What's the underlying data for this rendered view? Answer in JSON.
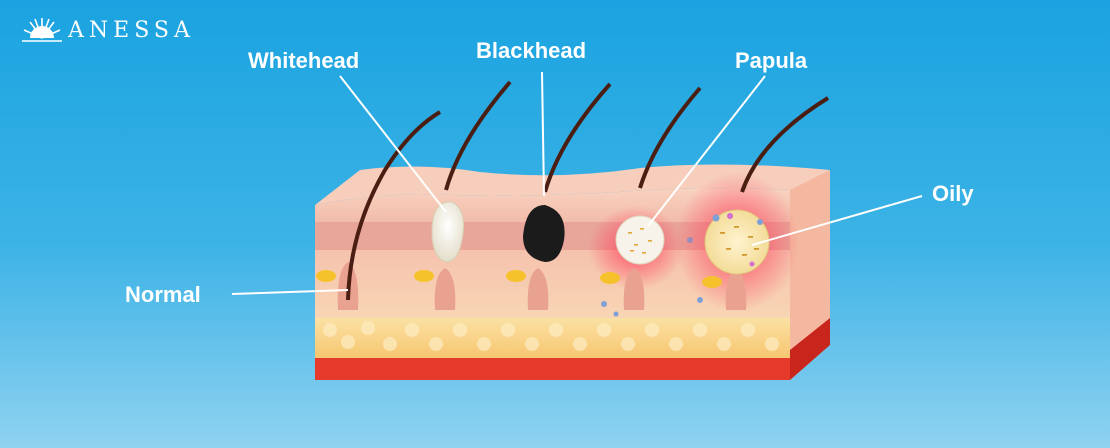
{
  "brand": {
    "name": "ANESSA",
    "icon": "sun-logo-icon"
  },
  "labels": {
    "normal": "Normal",
    "whitehead": "Whitehead",
    "blackhead": "Blackhead",
    "papula": "Papula",
    "oily": "Oily"
  },
  "colors": {
    "background_top": "#1aa3e0",
    "background_bottom": "#8fd2f0",
    "skin_top": "#f6c7b3",
    "dermis": "#e9a79a",
    "fat": "#f8d58a",
    "base": "#e53a2c",
    "whitehead": "#f2eee4",
    "blackhead": "#1b1b1b",
    "inflammation": "#ff3b5a"
  }
}
